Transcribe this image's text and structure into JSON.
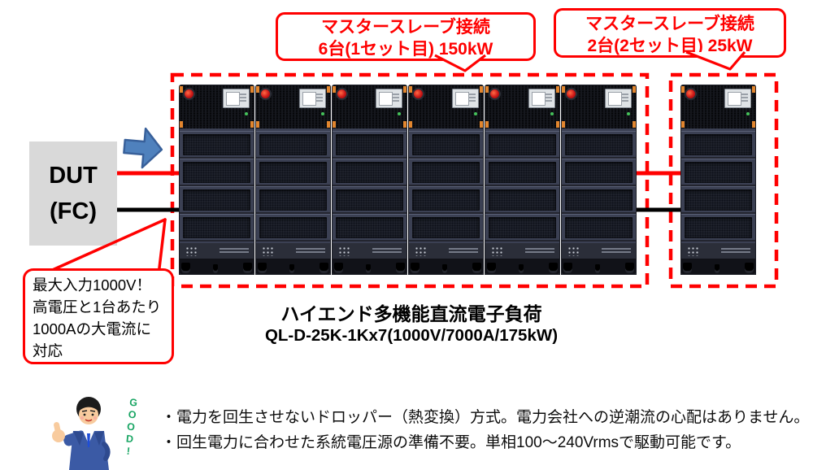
{
  "diagram": {
    "title": {
      "line1": "ハイエンド多機能直流電子負荷",
      "line2": "QL-D-25K-1Kx7(1000V/7000A/175kW)"
    },
    "dut_box": {
      "line1": "DUT",
      "line2": "(FC)"
    },
    "callout_set1": {
      "line1": "マスタースレーブ接続",
      "line2": "6台(1セット目) 150kW"
    },
    "callout_set2": {
      "line1": "マスタースレーブ接続",
      "line2": "2台(2セット目) 25kW"
    },
    "callout_input": {
      "lines": [
        "最大入力1000V！",
        "高電圧と1台あたり",
        "1000Aの大電流に",
        "対応"
      ]
    },
    "rack_groups": [
      {
        "name": "set1",
        "units": 6
      },
      {
        "name": "set2",
        "units": 1
      }
    ],
    "icons": {
      "flow_arrow": "flow-arrow-right-icon",
      "mascot": "thumbs-up-mascot-icon",
      "emergency_stop": "emergency-stop-button",
      "display": "lcd-display"
    },
    "colors": {
      "accent_red": "#FF0000",
      "connection_positive": "#FF0000",
      "connection_negative": "#000000",
      "arrow_blue": "#4F81BD",
      "arrow_blue_border": "#38609A",
      "dut_gray": "#D9D9D9",
      "mascot_green": "#18A563"
    }
  },
  "mascot": {
    "label": "GOOD!"
  },
  "notes": {
    "items": [
      "・電力を回生させないドロッパー（熱変換）方式。電力会社への逆潮流の心配はありません。",
      "・回生電力に合わせた系統電圧源の準備不要。単相100～240Vrmsで駆動可能です。"
    ]
  }
}
